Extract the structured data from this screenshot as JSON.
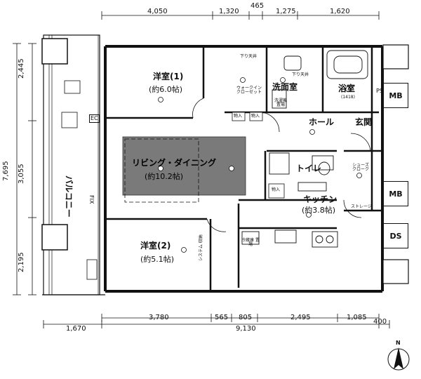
{
  "dimensions": {
    "top": [
      "4,050",
      "1,320",
      "465",
      "1,275",
      "1,620"
    ],
    "left": [
      "2,445",
      "7,695",
      "3,055",
      "2,195"
    ],
    "bottom_inner": [
      "3,780",
      "565",
      "805",
      "2,495",
      "1,085"
    ],
    "bottom_outer": [
      "1,670",
      "9,130",
      "400"
    ]
  },
  "rooms": {
    "western1": {
      "name": "洋室(1)",
      "size": "(約6.0帖)"
    },
    "living": {
      "name": "リビング・ダイニング",
      "size": "(約10.2帖)"
    },
    "western2": {
      "name": "洋室(2)",
      "size": "(約5.1帖)"
    },
    "washroom": "洗面室",
    "bath": {
      "name": "浴室",
      "size": "(1418)"
    },
    "hall": "ホール",
    "entrance": "玄関",
    "toilet": "トイレ",
    "kitchen": {
      "name": "キッチン",
      "size": "(約3.8帖)"
    },
    "balcony": "バルコニー",
    "walkin": "ウォークイン クローゼット",
    "shoes": "シューズ クローク",
    "storage": "ストレージ",
    "system": "システム 収納"
  },
  "labels": {
    "mb1": "MB",
    "mb2": "MB",
    "ds": "DS",
    "ps": "PS",
    "ec": "EC",
    "fix": "FIX",
    "mono1": "物入",
    "mono2": "物入",
    "mono3": "物入",
    "sagariten1": "下り天井",
    "sagariten2": "下り天井",
    "fridge": "冷蔵庫 置場",
    "washer": "洗濯機 置場",
    "north": "N"
  },
  "colors": {
    "living_fill": "#7a7a7a",
    "wall": "#111111"
  },
  "icons": [
    "north-arrow-icon",
    "door-swing-icon"
  ]
}
